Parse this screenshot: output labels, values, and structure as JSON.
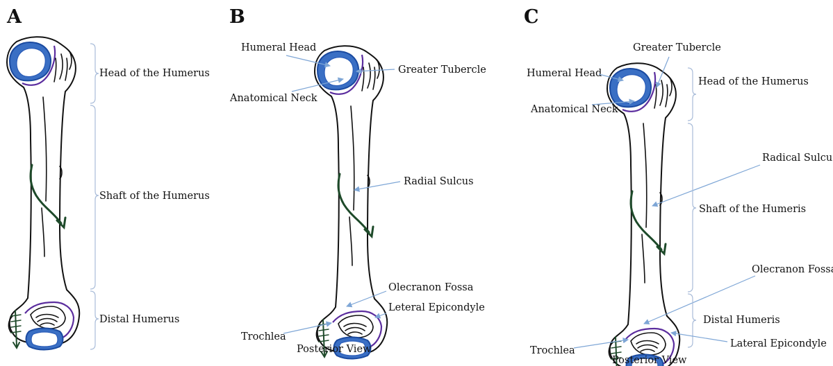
{
  "panels": {
    "a": {
      "letter": "A",
      "labels": {
        "head": "Head of the Humerus",
        "shaft": "Shaft of the Humerus",
        "distal": "Distal Humerus"
      }
    },
    "b": {
      "letter": "B",
      "labels": {
        "humeral_head": "Humeral Head",
        "greater_tubercle": "Greater Tubercle",
        "anatomical_neck": "Anatomical Neck",
        "radial_sulcus": "Radial Sulcus",
        "olecranon_fossa": "Olecranon Fossa",
        "lateral_epicondyle": "Leteral Epicondyle",
        "trochlea": "Trochlea",
        "view": "Posterior View"
      }
    },
    "c": {
      "letter": "C",
      "labels": {
        "greater_tubercle": "Greater Tubercle",
        "humeral_head": "Humeral Head",
        "head": "Head of the Humerus",
        "anatomical_neck": "Anatomical Neck",
        "radical_sulcus": "Radical Sulcus",
        "shaft": "Shaft of the Humeris",
        "olecranon_fossa": "Olecranon Fossa",
        "distal": "Distal Humeris",
        "lateral_epicondyle": "Lateral Epicondyle",
        "trochlea": "Trochlea",
        "view": "Posterior View"
      }
    }
  },
  "colors": {
    "humeral_head": "#3a6fc4",
    "anatomical_neck": "#5b2d9e",
    "radial_nerve": "#1e4a2a",
    "leader_lines": "#7ea6d6",
    "brackets": "#a9bcd9"
  }
}
